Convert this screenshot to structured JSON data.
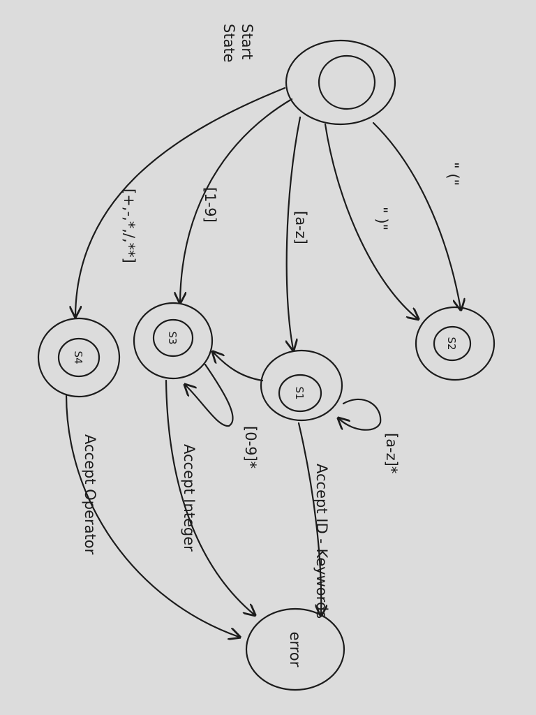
{
  "diagram": {
    "start_label_line1": "Start",
    "start_label_line2": "State",
    "states": {
      "s1": "S1",
      "s2": "S2",
      "s3": "S3",
      "s4": "S4"
    },
    "error_state": "error",
    "transitions": {
      "start_to_s4": "[+,-,*,/,**]",
      "start_to_s3": "[1-9]",
      "start_to_s1": "[a-z]",
      "start_to_s2_upper": "\" (\"",
      "start_to_s2_lower": "\" )\"",
      "s3_loop": "[0-9]*",
      "s1_loop": "[a-z]*",
      "s4_to_error": "Accept Operator",
      "s3_to_error": "Accept Integer",
      "s1_to_error": "Accept ID - Keywords"
    }
  }
}
